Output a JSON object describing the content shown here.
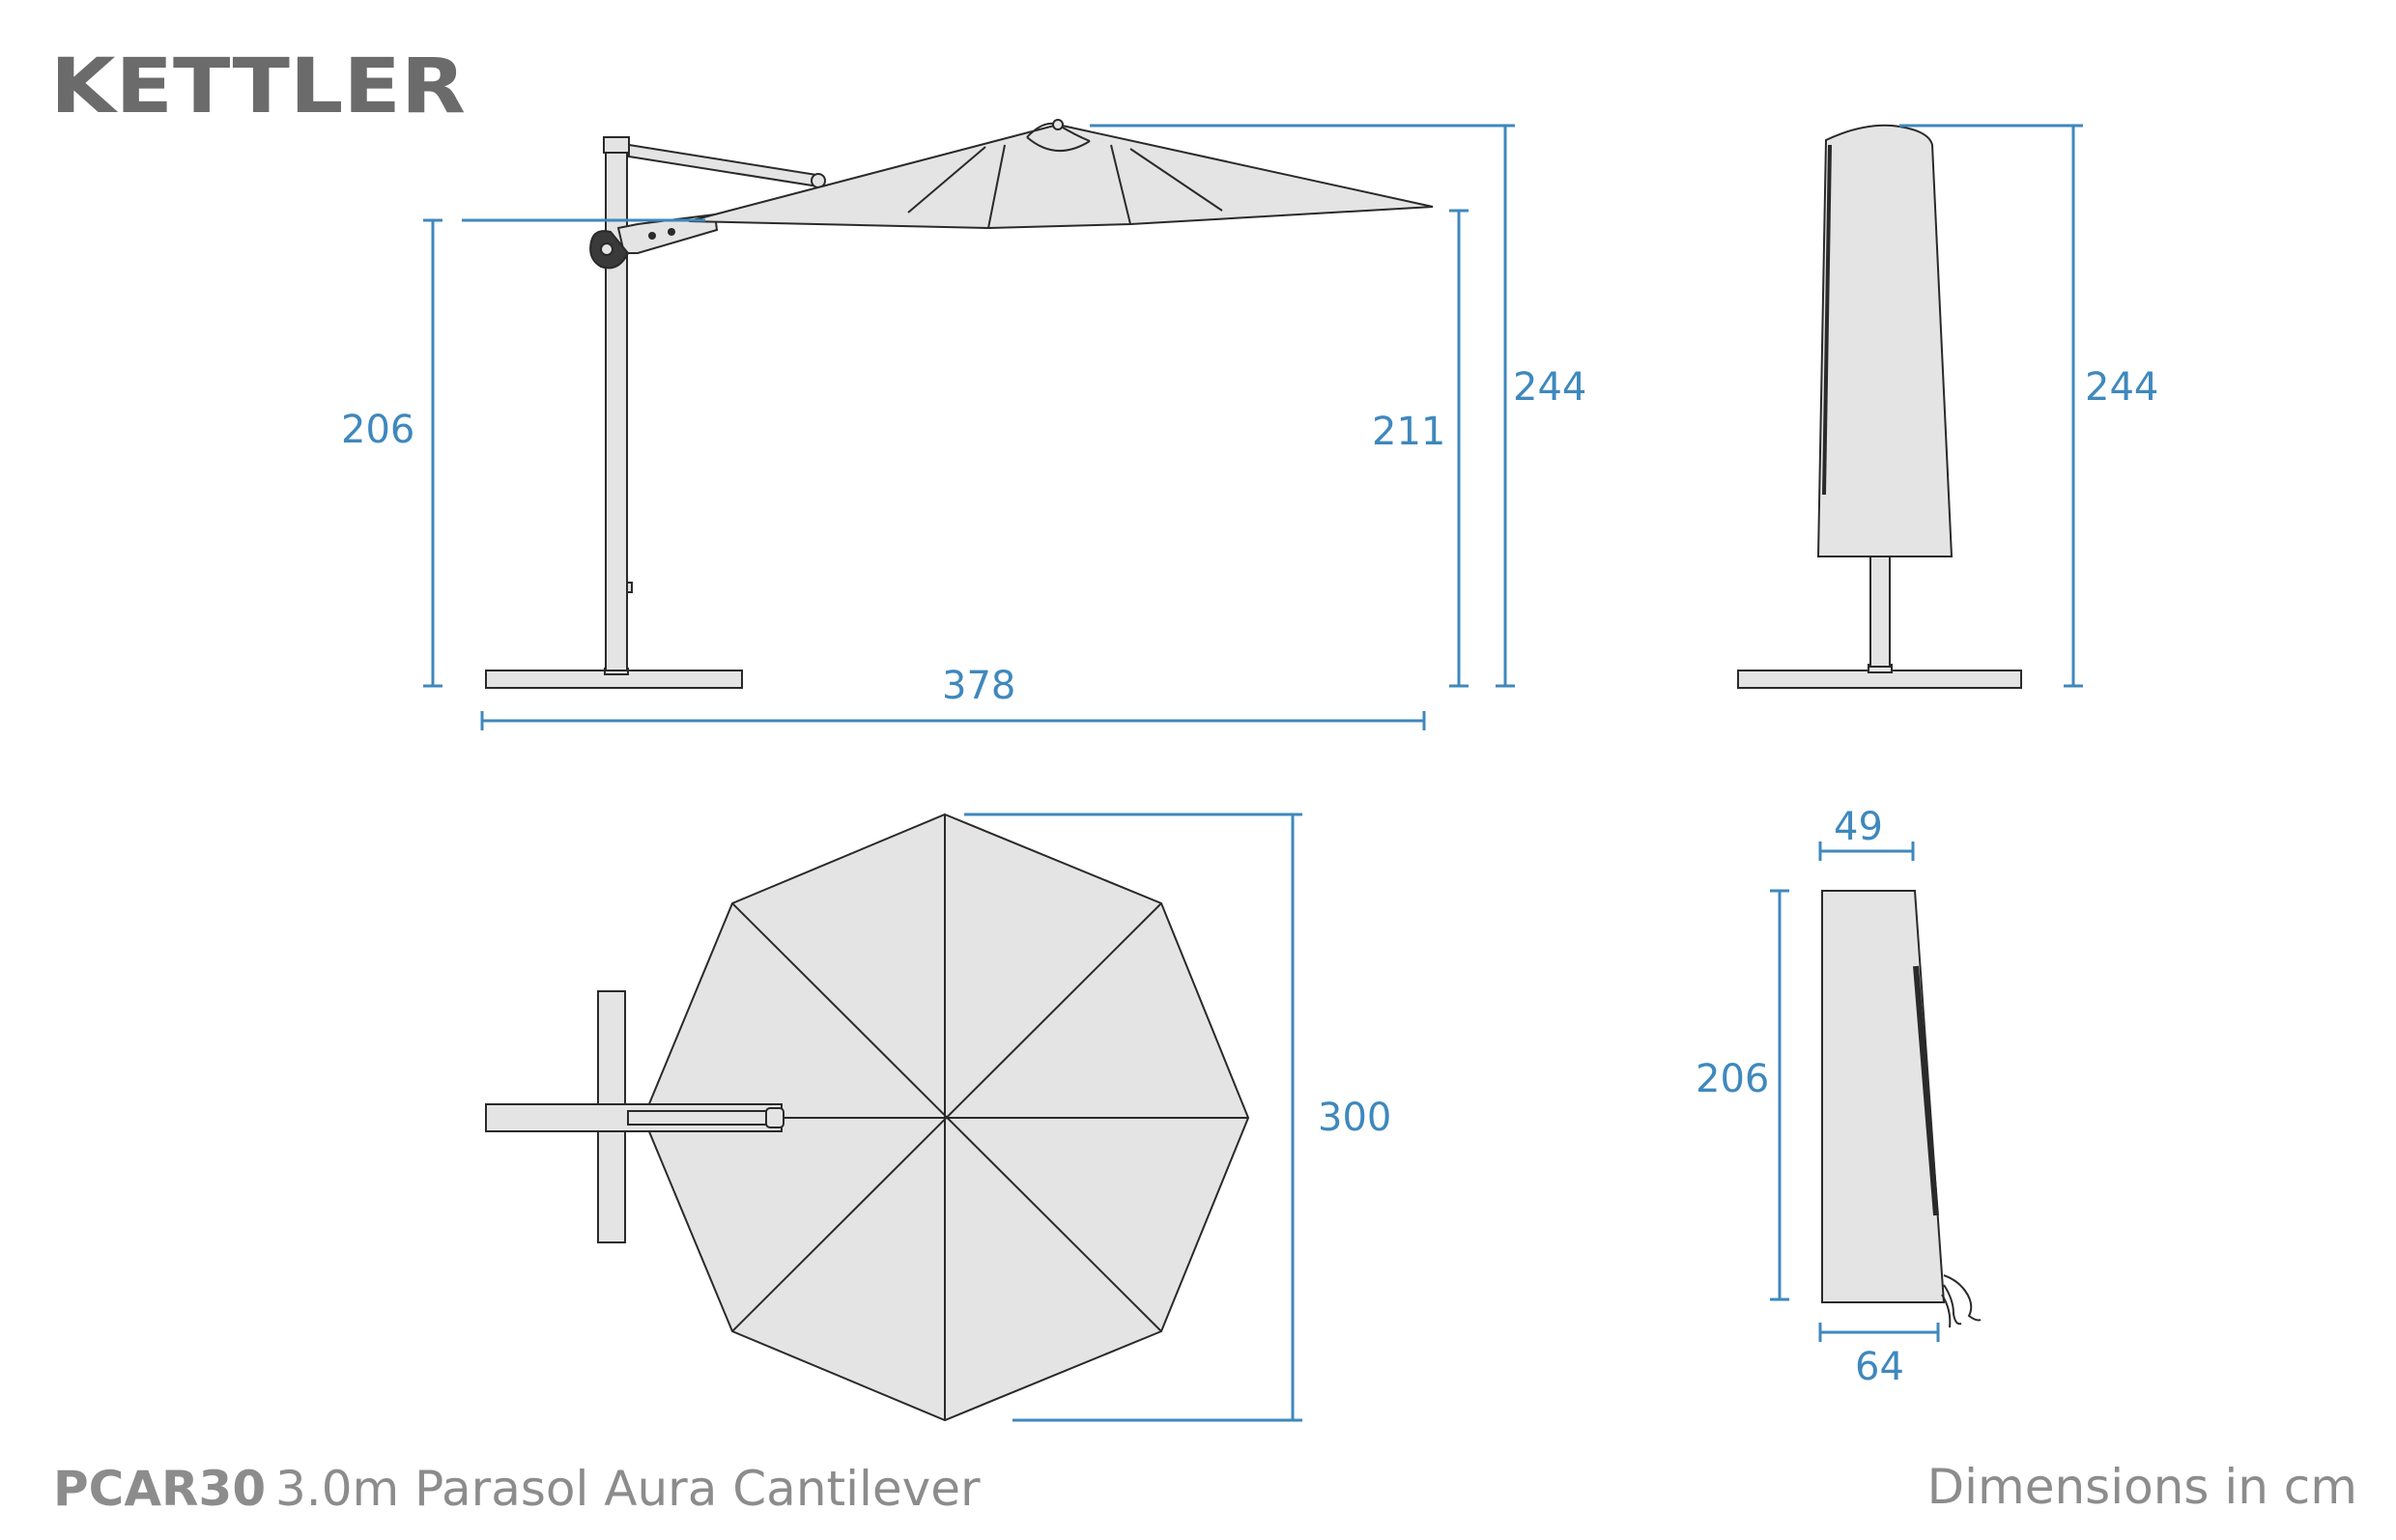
{
  "brand": {
    "logo_text": "KETTLER"
  },
  "product": {
    "code": "PCAR30",
    "name": "3.0m Parasol Aura Cantilever"
  },
  "units_note": "Dimensions in cm",
  "dimensions": {
    "side_view": {
      "pole_height": "206",
      "width": "378",
      "canopy_edge_height": "211",
      "total_height": "244"
    },
    "closed_view": {
      "total_height": "244"
    },
    "top_view": {
      "canopy_diameter": "300"
    },
    "cover": {
      "top_width": "49",
      "height": "206",
      "base_width": "64"
    }
  },
  "colors": {
    "dimension": "#3f88bd",
    "logo": "#6b6b6c",
    "fill": "#e4e4e4",
    "outline": "#2a2a2a",
    "footer": "#8c8c8c"
  }
}
